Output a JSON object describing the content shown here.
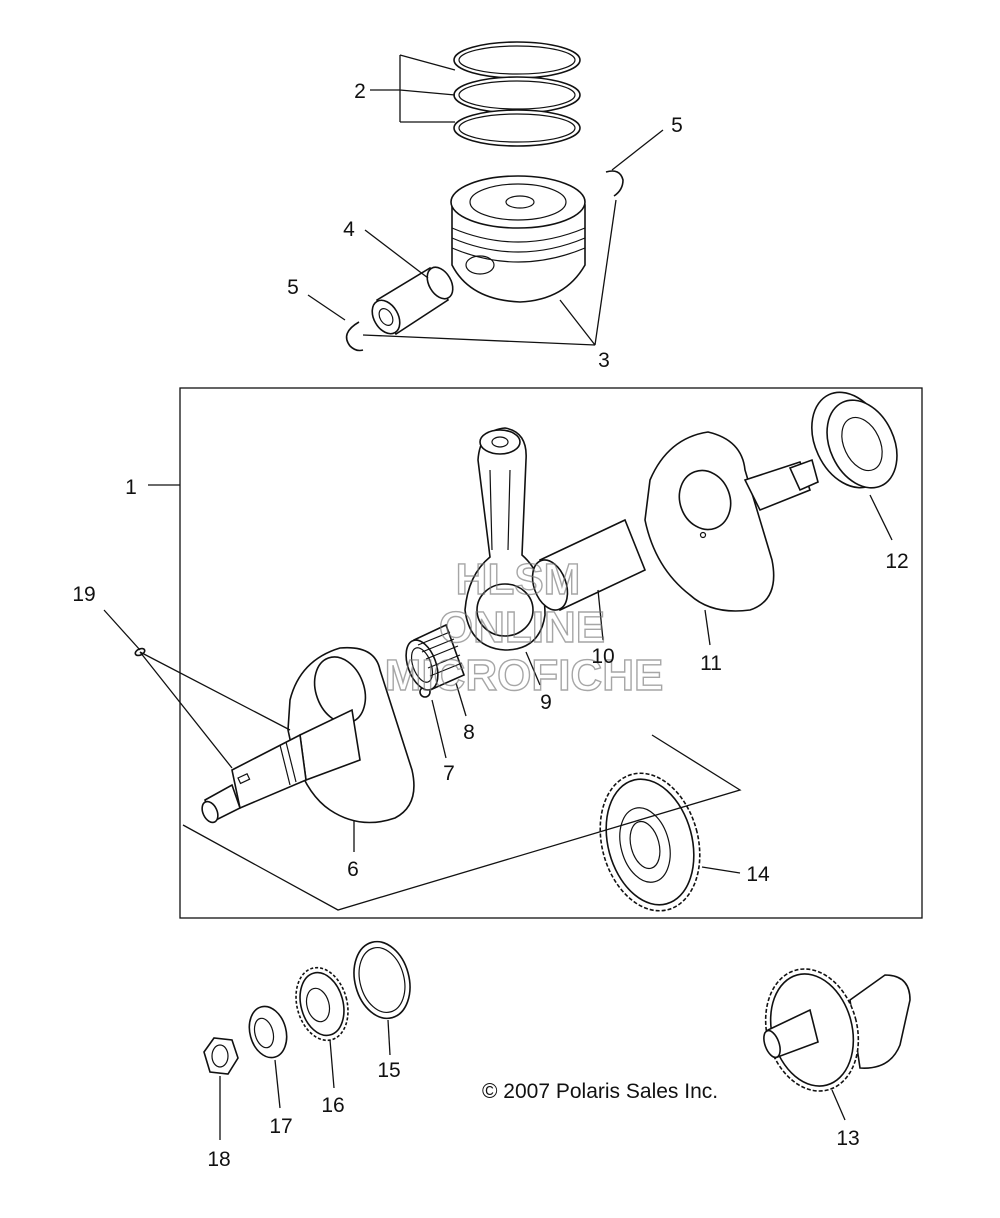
{
  "watermark": {
    "line1": "HLSM",
    "line2": "ONLINE",
    "line3": "MICROFICHE"
  },
  "copyright": "© 2007 Polaris Sales Inc.",
  "callouts": {
    "c1": "1",
    "c2": "2",
    "c3": "3",
    "c4": "4",
    "c5a": "5",
    "c5b": "5",
    "c6": "6",
    "c7": "7",
    "c8": "8",
    "c9": "9",
    "c10": "10",
    "c11": "11",
    "c12": "12",
    "c13": "13",
    "c14": "14",
    "c15": "15",
    "c16": "16",
    "c17": "17",
    "c18": "18",
    "c19": "19"
  }
}
